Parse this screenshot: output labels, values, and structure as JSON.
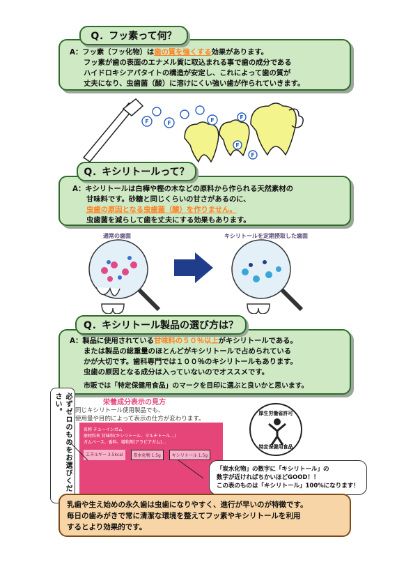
{
  "q1": {
    "title": "Q．フッ素って何？",
    "line1_a": "A：フッ素（フッ化物）は",
    "line1_hl": "歯の質を強くする",
    "line1_b": "効果があります。",
    "line2": "フッ素が歯の表面のエナメル質に取込まれる事で歯の成分である",
    "line3": "ハイドロキシアパタイトの構造が安定し、これによって歯の質が",
    "line4": "丈夫になり、虫歯菌（酸）に溶けにくい強い歯が作られていきます。"
  },
  "q2": {
    "title": "Q．キシリトールって？",
    "line1": "A：キシリトールは白樺や樫の木などの原料から作られる天然素材の",
    "line2": "甘味料です。砂糖と同じくらいの甘さがあるのに、",
    "line3_hl": "虫歯の原因となる虫歯菌（酸）を作りません。",
    "line4": "虫歯菌を減らして歯を丈夫にする効果もあります。"
  },
  "illustration": {
    "left_caption": "通常の歯面",
    "right_caption": "キシリトールを定期摂取した歯面"
  },
  "q3": {
    "title": "Q．キシリトール製品の選び方は？",
    "line1_a": "A：製品に使用されている",
    "line1_hl": "甘味料の５０％以上",
    "line1_b": "がキシリトールである。",
    "line2": "または製品の総重量のほとんどがキシリトールで占められている",
    "line3": "かが大切です。歯科専門では１００％のキシリトールもあります。",
    "line4": "虫歯の原因となる成分は入っていないのでオススメです。",
    "line5": "市販では「特定保健用食品」のマークを目印に選ぶと良いかと思います。"
  },
  "label_section": {
    "title": "栄養成分表示の見方",
    "sub1": "同じキシリトール使用製品でも、",
    "sub2": "使用量や目的によって表示の仕方が変わります。",
    "label_text": [
      "名称 チューインガム",
      "原材料名 甘味料(キシリトール、マルチトール…)",
      "ガムベース、香料、増粘剤(アラビアガム)…",
      "エネルギー 3.5kcal",
      "炭水化物 1.5g",
      "キシリトール 1.5g"
    ],
    "vertical_note": "必ずゼロのものをお選びください。",
    "note1": "「炭水化物」の数字に「キシリトール」の",
    "note2": "数字が近ければちかいほどGOOD！！",
    "note3": "この表のものは「キシリトール」100%になります！"
  },
  "seal": {
    "top": "厚生労働省許可",
    "bottom": "特定保健用食品"
  },
  "footer": {
    "line1": "乳歯や生え始めの永久歯は虫歯になりやすく、進行が早いのが特徴です。",
    "line2": "毎日の歯みがきで常に清潔な環境を整えてフッ素やキシリトールを利用",
    "line3": "するとより効果的です。"
  }
}
